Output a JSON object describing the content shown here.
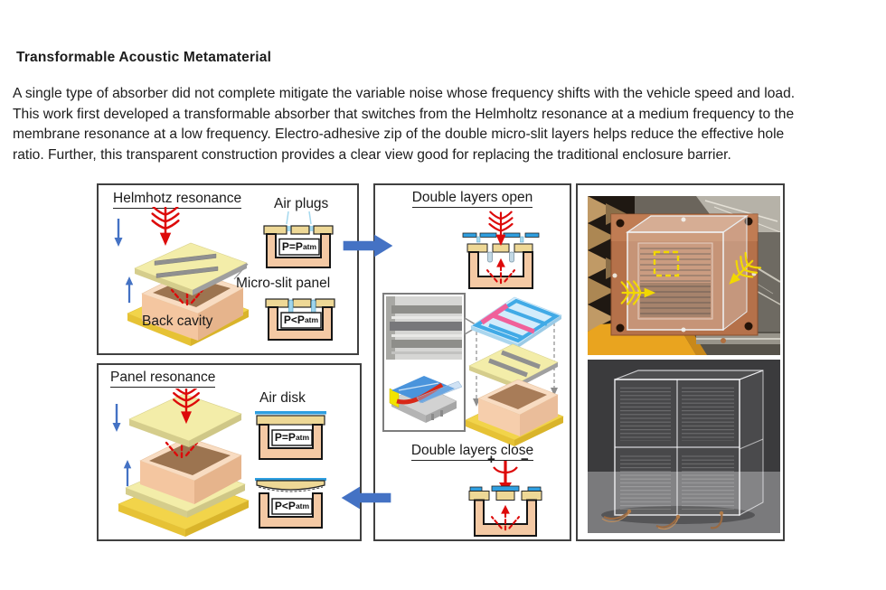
{
  "header": {
    "title": "Transformable Acoustic Metamaterial",
    "paragraph_lines": [
      "A single type of absorber did not complete mitigate the variable noise whose frequency shifts with the vehicle speed and load.",
      "This work first developed a transformable absorber that switches from the Helmholtz resonance at a medium frequency to the",
      "membrane resonance at a low frequency. Electro-adhesive zip of the double micro-slit layers helps reduce the effective hole",
      "ratio. Further, this transparent construction provides a clear view good for replacing the traditional enclosure barrier."
    ]
  },
  "pressure": {
    "equal": "P=P",
    "less": "P<P",
    "sub": "atm"
  },
  "helmholtz_panel": {
    "title": "Helmhotz resonance",
    "air_plugs": "Air plugs",
    "micro_slit": "Micro-slit panel",
    "back_cavity": "Back cavity"
  },
  "panel_resonance_panel": {
    "title": "Panel resonance",
    "air_disk": "Air disk"
  },
  "double_panel": {
    "open_title": "Double layers open",
    "close_title": "Double layers close",
    "plus": "+",
    "minus": "−"
  },
  "icons": {
    "incident_wave": "red-fishbone-arrow",
    "reflected_wave": "red-dashed-arrows",
    "oscillation": "blue-double-headed-motion-arrows",
    "flow_forward": "big-blue-right-arrow",
    "flow_backward": "big-blue-left-arrow"
  },
  "colors": {
    "flow_arrow_blue": "#4472c4",
    "wave_red": "#dd0a0a",
    "panel_cream": "#f3eda9",
    "slat_tan": "#eed896",
    "cavity_peach": "#f4c9a4",
    "base_yellow": "#f2d44a",
    "plug_light_blue": "#a5d9ee",
    "electrode_blue": "#2f9fe0",
    "electrode_pink": "#f0609a",
    "copper_plate": "#b5714a",
    "annotation_yellow": "#f2d800"
  }
}
